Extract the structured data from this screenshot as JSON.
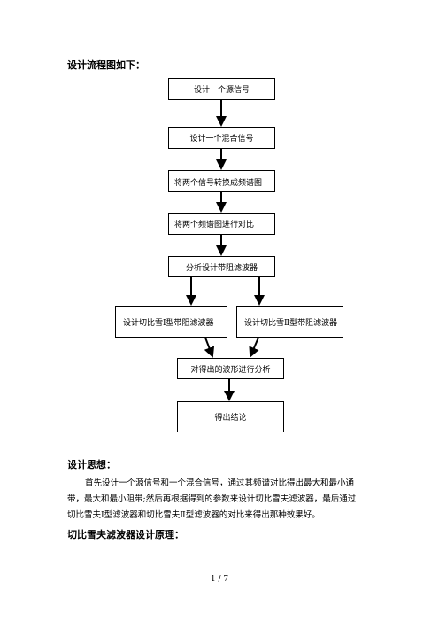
{
  "flow_heading": "设计流程图如下：",
  "flow": {
    "step1": "设计一个源信号",
    "step2": "设计一个混合信号",
    "step3": "将两个信号转换成频谱图",
    "step4": "将两个频谱图进行对比",
    "step5": "分析设计带阻滤波器",
    "step6a": "设计切比雪Ⅰ型带阻滤波器",
    "step6b": "设计切比雪Ⅱ型带阻滤波器",
    "step7": "对得出的波形进行分析",
    "step8": "得出结论"
  },
  "idea_heading": "设计思想：",
  "idea_lines": [
    "首先设计一个源信号和一个混合信号，通过其频谱对比得出最大和最小通",
    "带，最大和最小阻带;然后再根据得到的参数来设计切比雪夫滤波器，最后通过",
    "切比雪夫Ⅰ型滤波器和切比雪夫Ⅱ型滤波器的对比来得出那种效果好。"
  ],
  "principle_heading": "切比雪夫滤波器设计原理：",
  "page_number": "1 / 7"
}
